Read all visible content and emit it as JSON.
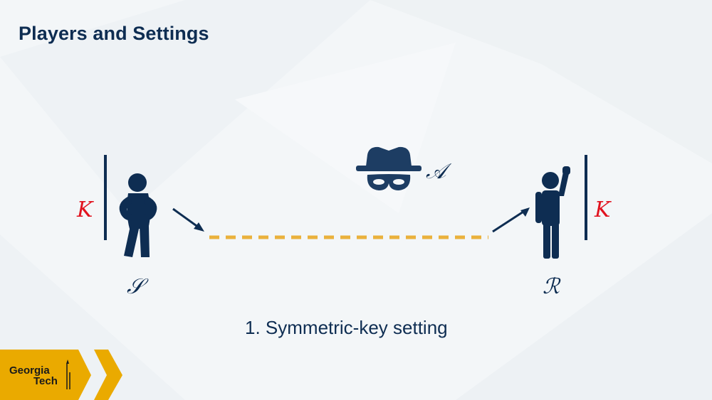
{
  "slide": {
    "title": "Players and Settings",
    "caption": "1. Symmetric-key setting"
  },
  "sender": {
    "symbol": "𝒮",
    "key": "K"
  },
  "receiver": {
    "symbol": "ℛ",
    "key": "K"
  },
  "adversary": {
    "symbol": "𝒜"
  },
  "logo": {
    "line1": "Georgia",
    "line2": "Tech"
  },
  "colors": {
    "navy": "#0e2d52",
    "key_red": "#e1131f",
    "channel_gold": "#eab13c",
    "brand_gold": "#eaaa00"
  },
  "icons": {
    "sender": "person-hands-on-hips-icon",
    "receiver": "person-waving-icon",
    "adversary": "spy-hat-mask-icon",
    "arrow": "arrow-icon"
  }
}
